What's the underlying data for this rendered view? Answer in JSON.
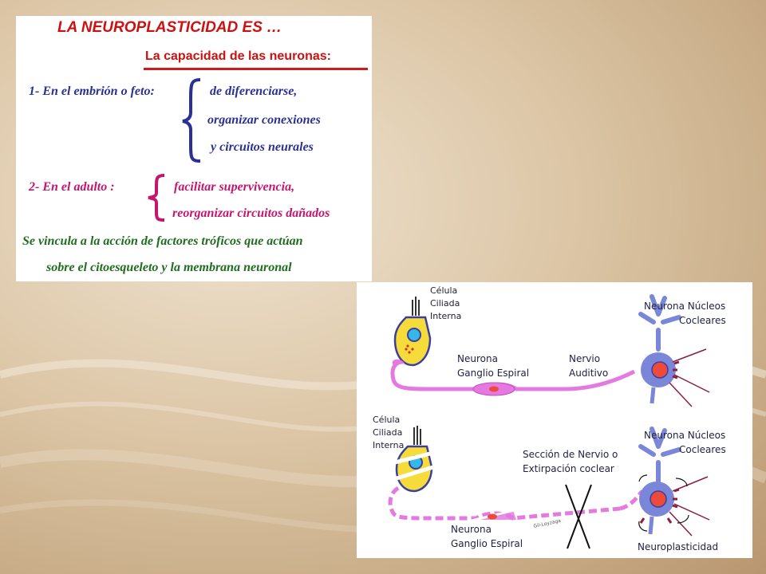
{
  "text_panel": {
    "title": "LA NEUROPLASTICIDAD ES …",
    "subtitle": "La capacidad de las neuronas:",
    "item1_label": "1- En el embrión o feto:",
    "item1_lines": [
      "de diferenciarse,",
      "organizar conexiones",
      "y circuitos neurales"
    ],
    "item2_label": "2- En el adulto :",
    "item2_lines": [
      "facilitar supervivencia,",
      "reorganizar circuitos dañados"
    ],
    "footer_lines": [
      "Se vincula a la acción de  factores tróficos que actúan",
      "sobre el citoesqueleto y la membrana neuronal"
    ]
  },
  "diagram": {
    "top": {
      "cell_label": [
        "Célula",
        "Ciliada",
        "Interna"
      ],
      "ganglion_label": [
        "Neurona",
        "Ganglio Espiral"
      ],
      "nerve_label": [
        "Nervio",
        "Auditivo"
      ],
      "nucleus_label": [
        "Neurona Núcleos",
        "Cocleares"
      ]
    },
    "bottom": {
      "cell_label": [
        "Célula",
        "Ciliada",
        "Interna"
      ],
      "section_label": [
        "Sección de Nervio o",
        "Extirpación coclear"
      ],
      "nucleus_label": [
        "Neurona Núcleos",
        "Cocleares"
      ],
      "ganglion_label": [
        "Neurona",
        "Ganglio Espiral"
      ],
      "plasticity_label": "Neuroplasticidad",
      "credit": "Gil-Loyzaga"
    }
  },
  "colors": {
    "title_red": "#cc1111",
    "item_blue": "#2a3192",
    "item_magenta": "#c4166e",
    "footer_green": "#1f6d1f",
    "neuron_blue": "#7a86d8",
    "fiber_pink": "#e47ae0",
    "cell_yellow": "#f6dc3a"
  }
}
